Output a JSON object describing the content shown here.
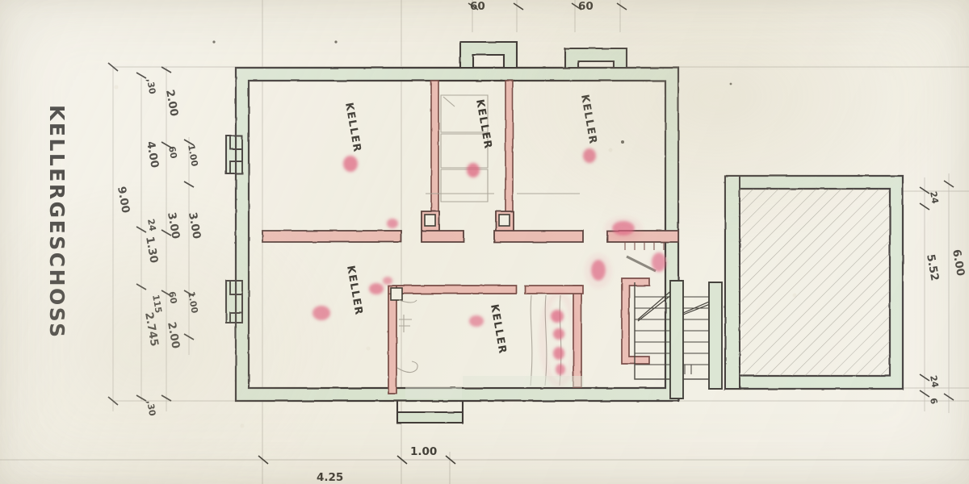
{
  "sheet": {
    "title": "KELLERGESCHOSS",
    "paper_color": "#f2efe4",
    "ink_color": "#17140f",
    "exterior_wall_fill": "#d6e3cf",
    "interior_wall_fill": "#e9b3ab",
    "stain_color": "#d9416a"
  },
  "rooms": [
    {
      "id": "keller-nw",
      "label": "KELLER"
    },
    {
      "id": "keller-nc",
      "label": "KELLER"
    },
    {
      "id": "keller-ne",
      "label": "KELLER"
    },
    {
      "id": "keller-sw",
      "label": "KELLER"
    },
    {
      "id": "keller-sc",
      "label": "KELLER"
    }
  ],
  "dimensions": {
    "top": [
      {
        "id": "top-1",
        "value": "60"
      },
      {
        "id": "top-2",
        "value": "60"
      }
    ],
    "bottom": [
      {
        "id": "bot-1",
        "value": "4.25"
      },
      {
        "id": "bot-2",
        "value": "1.00"
      }
    ],
    "left_outer": [
      {
        "id": "l-out-1",
        "value": "9.00"
      }
    ],
    "left_mid": [
      {
        "id": "l-mid-1",
        "value": "4.00"
      },
      {
        "id": "l-mid-2",
        "value": "3.00"
      },
      {
        "id": "l-mid-3",
        "value": "1.30"
      },
      {
        "id": "l-mid-4",
        "value": "115"
      },
      {
        "id": "l-mid-5",
        "value": "2.745"
      },
      {
        "id": "l-mid-6",
        "value": "24"
      }
    ],
    "left_inner": [
      {
        "id": "l-in-1",
        "value": ",30"
      },
      {
        "id": "l-in-2",
        "value": ",30"
      }
    ],
    "left_chain": [
      {
        "id": "l-ch-1",
        "value": "2.00"
      },
      {
        "id": "l-ch-2",
        "value": "1.00"
      },
      {
        "id": "l-ch-3",
        "value": "60"
      },
      {
        "id": "l-ch-4",
        "value": "3.00"
      },
      {
        "id": "l-ch-5",
        "value": "1.00"
      },
      {
        "id": "l-ch-6",
        "value": "60"
      },
      {
        "id": "l-ch-7",
        "value": "2.00"
      }
    ],
    "right": [
      {
        "id": "r-1",
        "value": "24"
      },
      {
        "id": "r-2",
        "value": "5.52"
      },
      {
        "id": "r-3",
        "value": "6.00"
      },
      {
        "id": "r-4",
        "value": "24"
      },
      {
        "id": "r-5",
        "value": "6"
      }
    ]
  },
  "features": {
    "hatched_area_label": "unexcavated-area",
    "staircase_label": "staircase",
    "light_wells": 5
  }
}
